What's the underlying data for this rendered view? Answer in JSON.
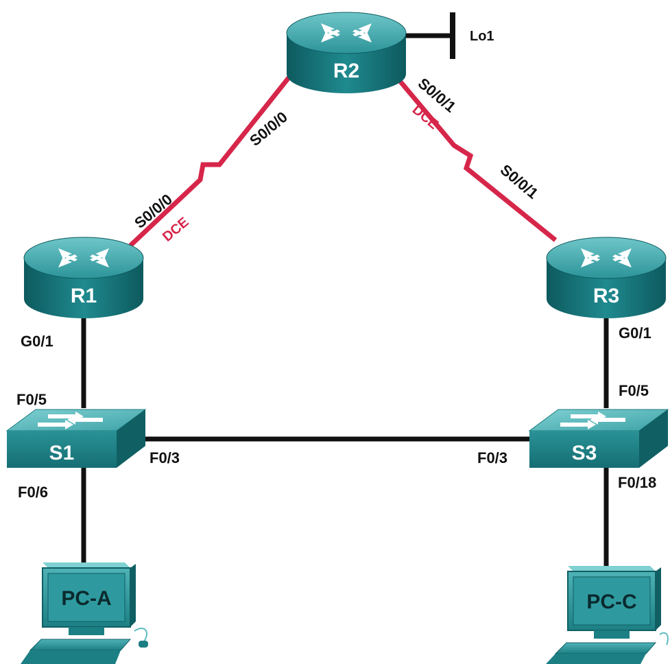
{
  "devices": {
    "r1": {
      "name": "R1"
    },
    "r2": {
      "name": "R2"
    },
    "r3": {
      "name": "R3"
    },
    "s1": {
      "name": "S1"
    },
    "s3": {
      "name": "S3"
    },
    "pca": {
      "name": "PC-A"
    },
    "pcc": {
      "name": "PC-C"
    }
  },
  "interfaces": {
    "r2_lo1": "Lo1",
    "r1_s000": "S0/0/0",
    "r2_s000": "S0/0/0",
    "r2_s001": "S0/0/1",
    "r3_s001": "S0/0/1",
    "r1_g01": "G0/1",
    "r3_g01": "G0/1",
    "s1_f05": "F0/5",
    "s1_f03": "F0/3",
    "s1_f06": "F0/6",
    "s3_f05": "F0/5",
    "s3_f03": "F0/3",
    "s3_f018": "F0/18"
  },
  "dce_labels": {
    "r1_side": "DCE",
    "r2_side": "DCE"
  },
  "colors": {
    "serial_link": "#d6264a",
    "ethernet_link": "#111111",
    "device_teal": "#1f8a8f",
    "device_dark": "#0f5f63",
    "device_light": "#5fbcc0"
  }
}
